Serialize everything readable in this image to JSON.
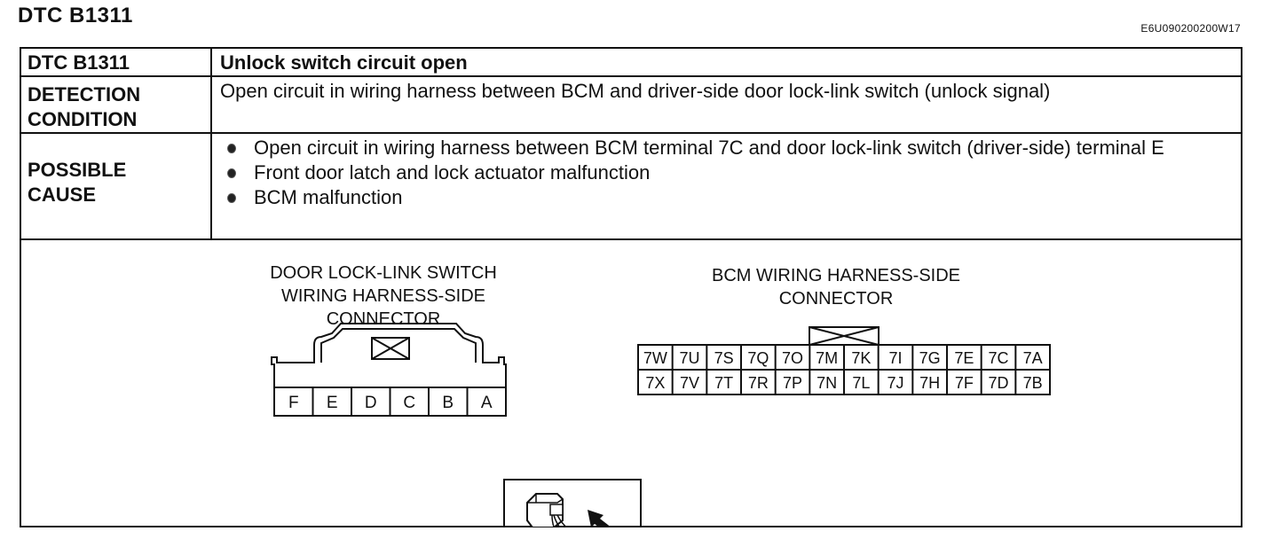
{
  "header": {
    "title": "DTC B1311",
    "doc_code": "E6U090200200W17"
  },
  "table": {
    "rows": [
      {
        "label": "DTC B1311",
        "value": "Unlock switch circuit open"
      },
      {
        "label": "DETECTION\nCONDITION",
        "value": "Open circuit in wiring harness between BCM and driver-side door lock-link switch (unlock signal)"
      },
      {
        "label": "POSSIBLE\nCAUSE",
        "items": [
          "Open circuit in wiring harness between BCM terminal 7C and door lock-link switch (driver-side) terminal E",
          "Front door latch and lock actuator malfunction",
          "BCM malfunction"
        ]
      }
    ]
  },
  "diagram": {
    "door_connector": {
      "title_lines": [
        "DOOR LOCK-LINK SWITCH",
        "WIRING HARNESS-SIDE",
        "CONNECTOR"
      ],
      "pins": [
        "F",
        "E",
        "D",
        "C",
        "B",
        "A"
      ]
    },
    "bcm_connector": {
      "title_lines": [
        "BCM WIRING HARNESS-SIDE",
        "CONNECTOR"
      ],
      "top_row": [
        "7W",
        "7U",
        "7S",
        "7Q",
        "7O",
        "7M",
        "7K",
        "7I",
        "7G",
        "7E",
        "7C",
        "7A"
      ],
      "bottom_row": [
        "7X",
        "7V",
        "7T",
        "7R",
        "7P",
        "7N",
        "7L",
        "7J",
        "7H",
        "7F",
        "7D",
        "7B"
      ]
    },
    "view_icon": "harness-side-view-icon"
  }
}
